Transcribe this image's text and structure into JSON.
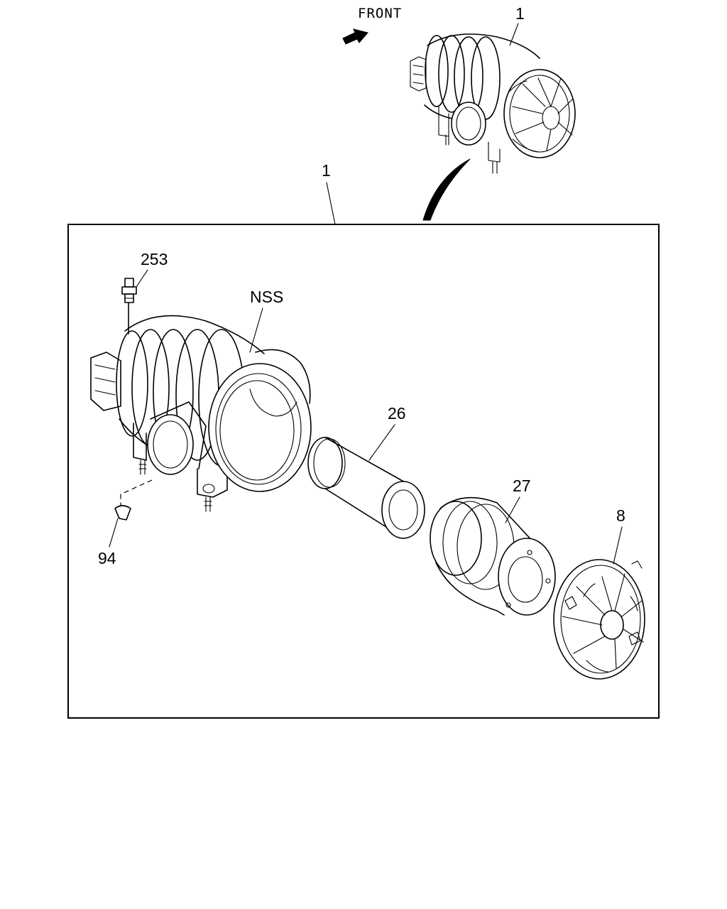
{
  "front_label": "FRONT",
  "callouts": {
    "assembly_top": "1",
    "assembly_box": "1",
    "vent_valve": "253",
    "housing": "NSS",
    "inner_element": "26",
    "outer_element": "27",
    "cover": "8",
    "dust_valve": "94"
  }
}
